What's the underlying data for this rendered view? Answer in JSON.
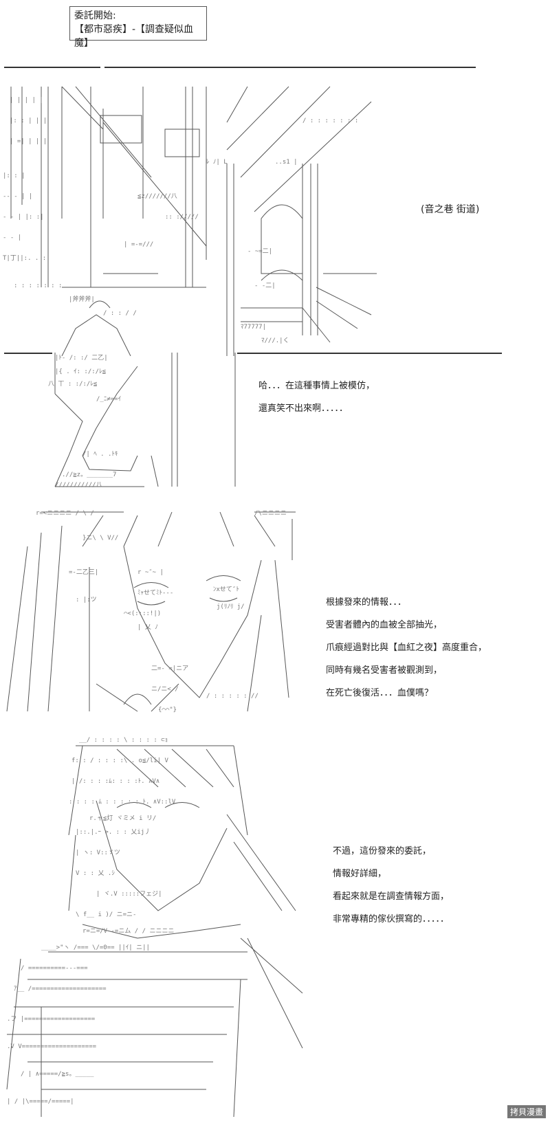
{
  "header": {
    "line1": "委託開始:",
    "line2": "【都市惡疾】-【調查疑似血魔】"
  },
  "panel1": {
    "location_caption": "(音之巷  街道)",
    "dialogue": [
      "哈．．．在這種事情上被模仿，",
      "還真笑不出來啊．．．．．"
    ]
  },
  "panel2": {
    "dialogue": [
      "根據發來的情報．．．",
      "受害者體內的血被全部抽光，",
      "爪痕經過對比與【血紅之夜】高度重合，",
      "同時有幾名受害者被觀測到，",
      "在死亡後復活．．．血僕嗎？"
    ]
  },
  "panel3": {
    "dialogue": [
      "不過，這份發來的委託，",
      "情報好詳細，",
      "看起來就是在調查情報方面，",
      "非常專精的傢伙撰寫的．．．．．"
    ]
  },
  "watermark": "拷貝漫畫",
  "colors": {
    "ink": "#222222",
    "line": "#333333",
    "background": "#ffffff"
  }
}
